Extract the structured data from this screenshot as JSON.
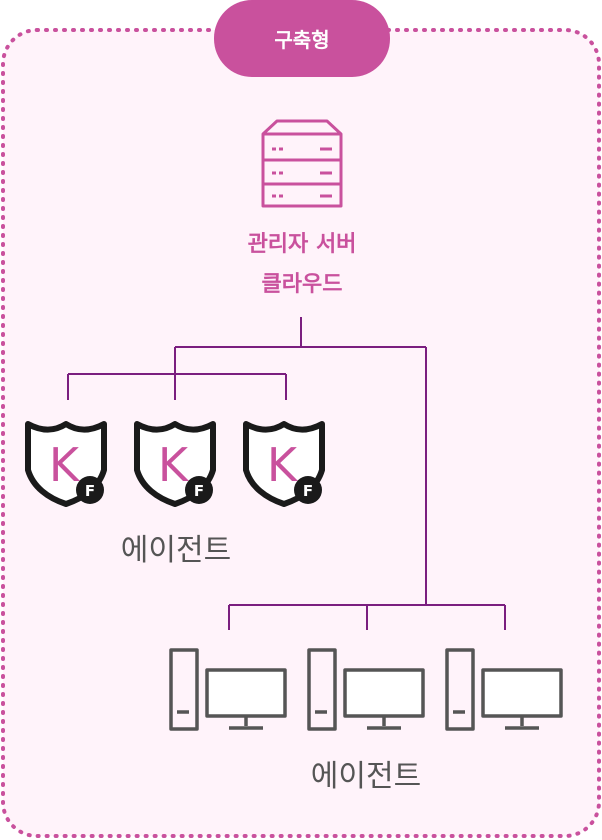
{
  "badge": {
    "label": "구축형"
  },
  "server": {
    "label_line1": "관리자 서버",
    "label_line2": "클라우드"
  },
  "agents_top": {
    "label": "에이전트",
    "icon": "k-shield-icon",
    "count": 3,
    "badge_letter_k": "K",
    "badge_letter_f": "F"
  },
  "agents_bottom": {
    "label": "에이전트",
    "icon": "desktop-computer-icon",
    "count": 3
  },
  "colors": {
    "accent": "#c9519d",
    "panel_bg": "#fff3fa",
    "connector": "#7b1e7f",
    "icon_dark": "#1a1a1a",
    "computer": "#555555",
    "label_gray": "#555555"
  }
}
